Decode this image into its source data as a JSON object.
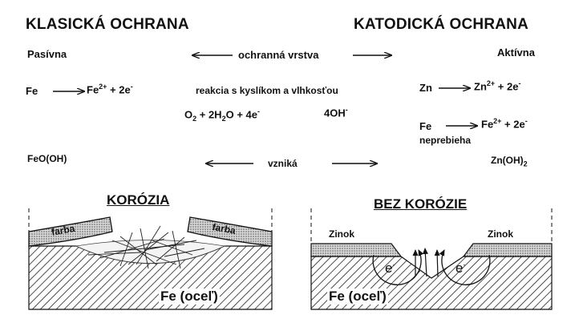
{
  "header": {
    "left_title": "KLASICKÁ OCHRANA",
    "right_title": "KATODICKÁ OCHRANA",
    "left_sub": "Pasívna",
    "right_sub": "Aktívna",
    "middle_sub": "ochranná vrstva"
  },
  "reactions": {
    "left_fe": "Fe",
    "left_prod": "Fe",
    "left_prod_sup": "2+",
    "left_prod_tail": " + 2e",
    "left_prod_tail_sup": "-",
    "mid_line1": "reakcia s kyslíkom a vlhkosťou",
    "mid_o2a": "O",
    "mid_o2a_sub": "2",
    "mid_o2b": " + 2H",
    "mid_o2b_sub": "2",
    "mid_o2c": "O + 4e",
    "mid_o2c_sup": "-",
    "mid_oh": "4OH",
    "mid_oh_sup": "-",
    "right_zn": "Zn",
    "right_zn_prod": "Zn",
    "right_zn_sup": "2+",
    "right_zn_tail": " + 2e",
    "right_zn_tail_sup": "-",
    "right_fe": "Fe",
    "right_fe_prod": "Fe",
    "right_fe_sup": "2+",
    "right_fe_tail": " + 2e",
    "right_fe_tail_sup": "-",
    "right_fe_note": "neprebieha"
  },
  "products": {
    "left": "FeO(OH)",
    "middle": "vzniká",
    "right_base": "Zn(OH)",
    "right_sub": "2"
  },
  "panels": {
    "left_title": "KORÓZIA",
    "right_title": "BEZ KORÓZIE",
    "paint_left": "farba",
    "paint_right": "farba",
    "zinc_left": "Zinok",
    "zinc_right": "Zinok",
    "electron": "e",
    "electron_sup": "-",
    "steel_left": "Fe (oceľ)",
    "steel_right": "Fe (oceľ)"
  }
}
